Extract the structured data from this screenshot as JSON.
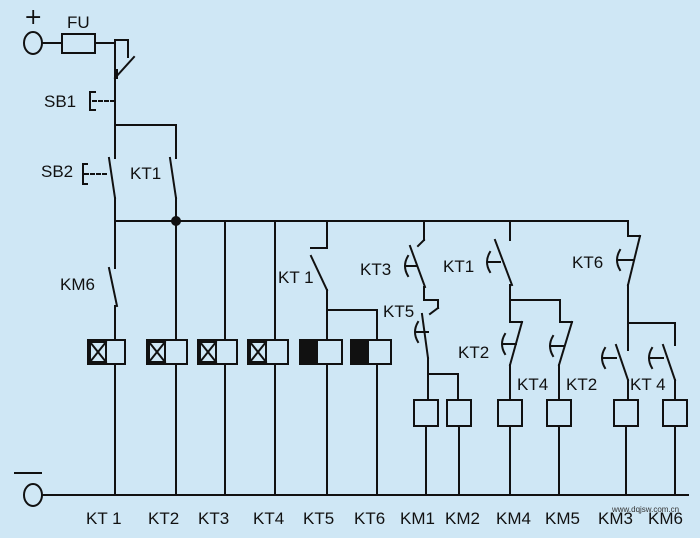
{
  "terminals": {
    "positive": "+",
    "negative": "—"
  },
  "fuse": "FU",
  "switches": {
    "sb1": "SB1",
    "sb2": "SB2",
    "kt1_hold": "KT1",
    "km6": "KM6",
    "kt1_b": "KT 1",
    "kt3": "KT3",
    "kt1_c": "KT1",
    "kt6": "KT6",
    "kt5": "KT5",
    "kt2_a": "KT2",
    "kt4_a": "KT4",
    "kt2_b": "KT2",
    "kt4_b": "KT 4"
  },
  "coils": [
    "KT 1",
    "KT2",
    "KT3",
    "KT4",
    "KT5",
    "KT6",
    "KM1",
    "KM2",
    "KM4",
    "KM5",
    "KM3",
    "KM6"
  ],
  "watermark": "www.dqjsw.com.cn"
}
